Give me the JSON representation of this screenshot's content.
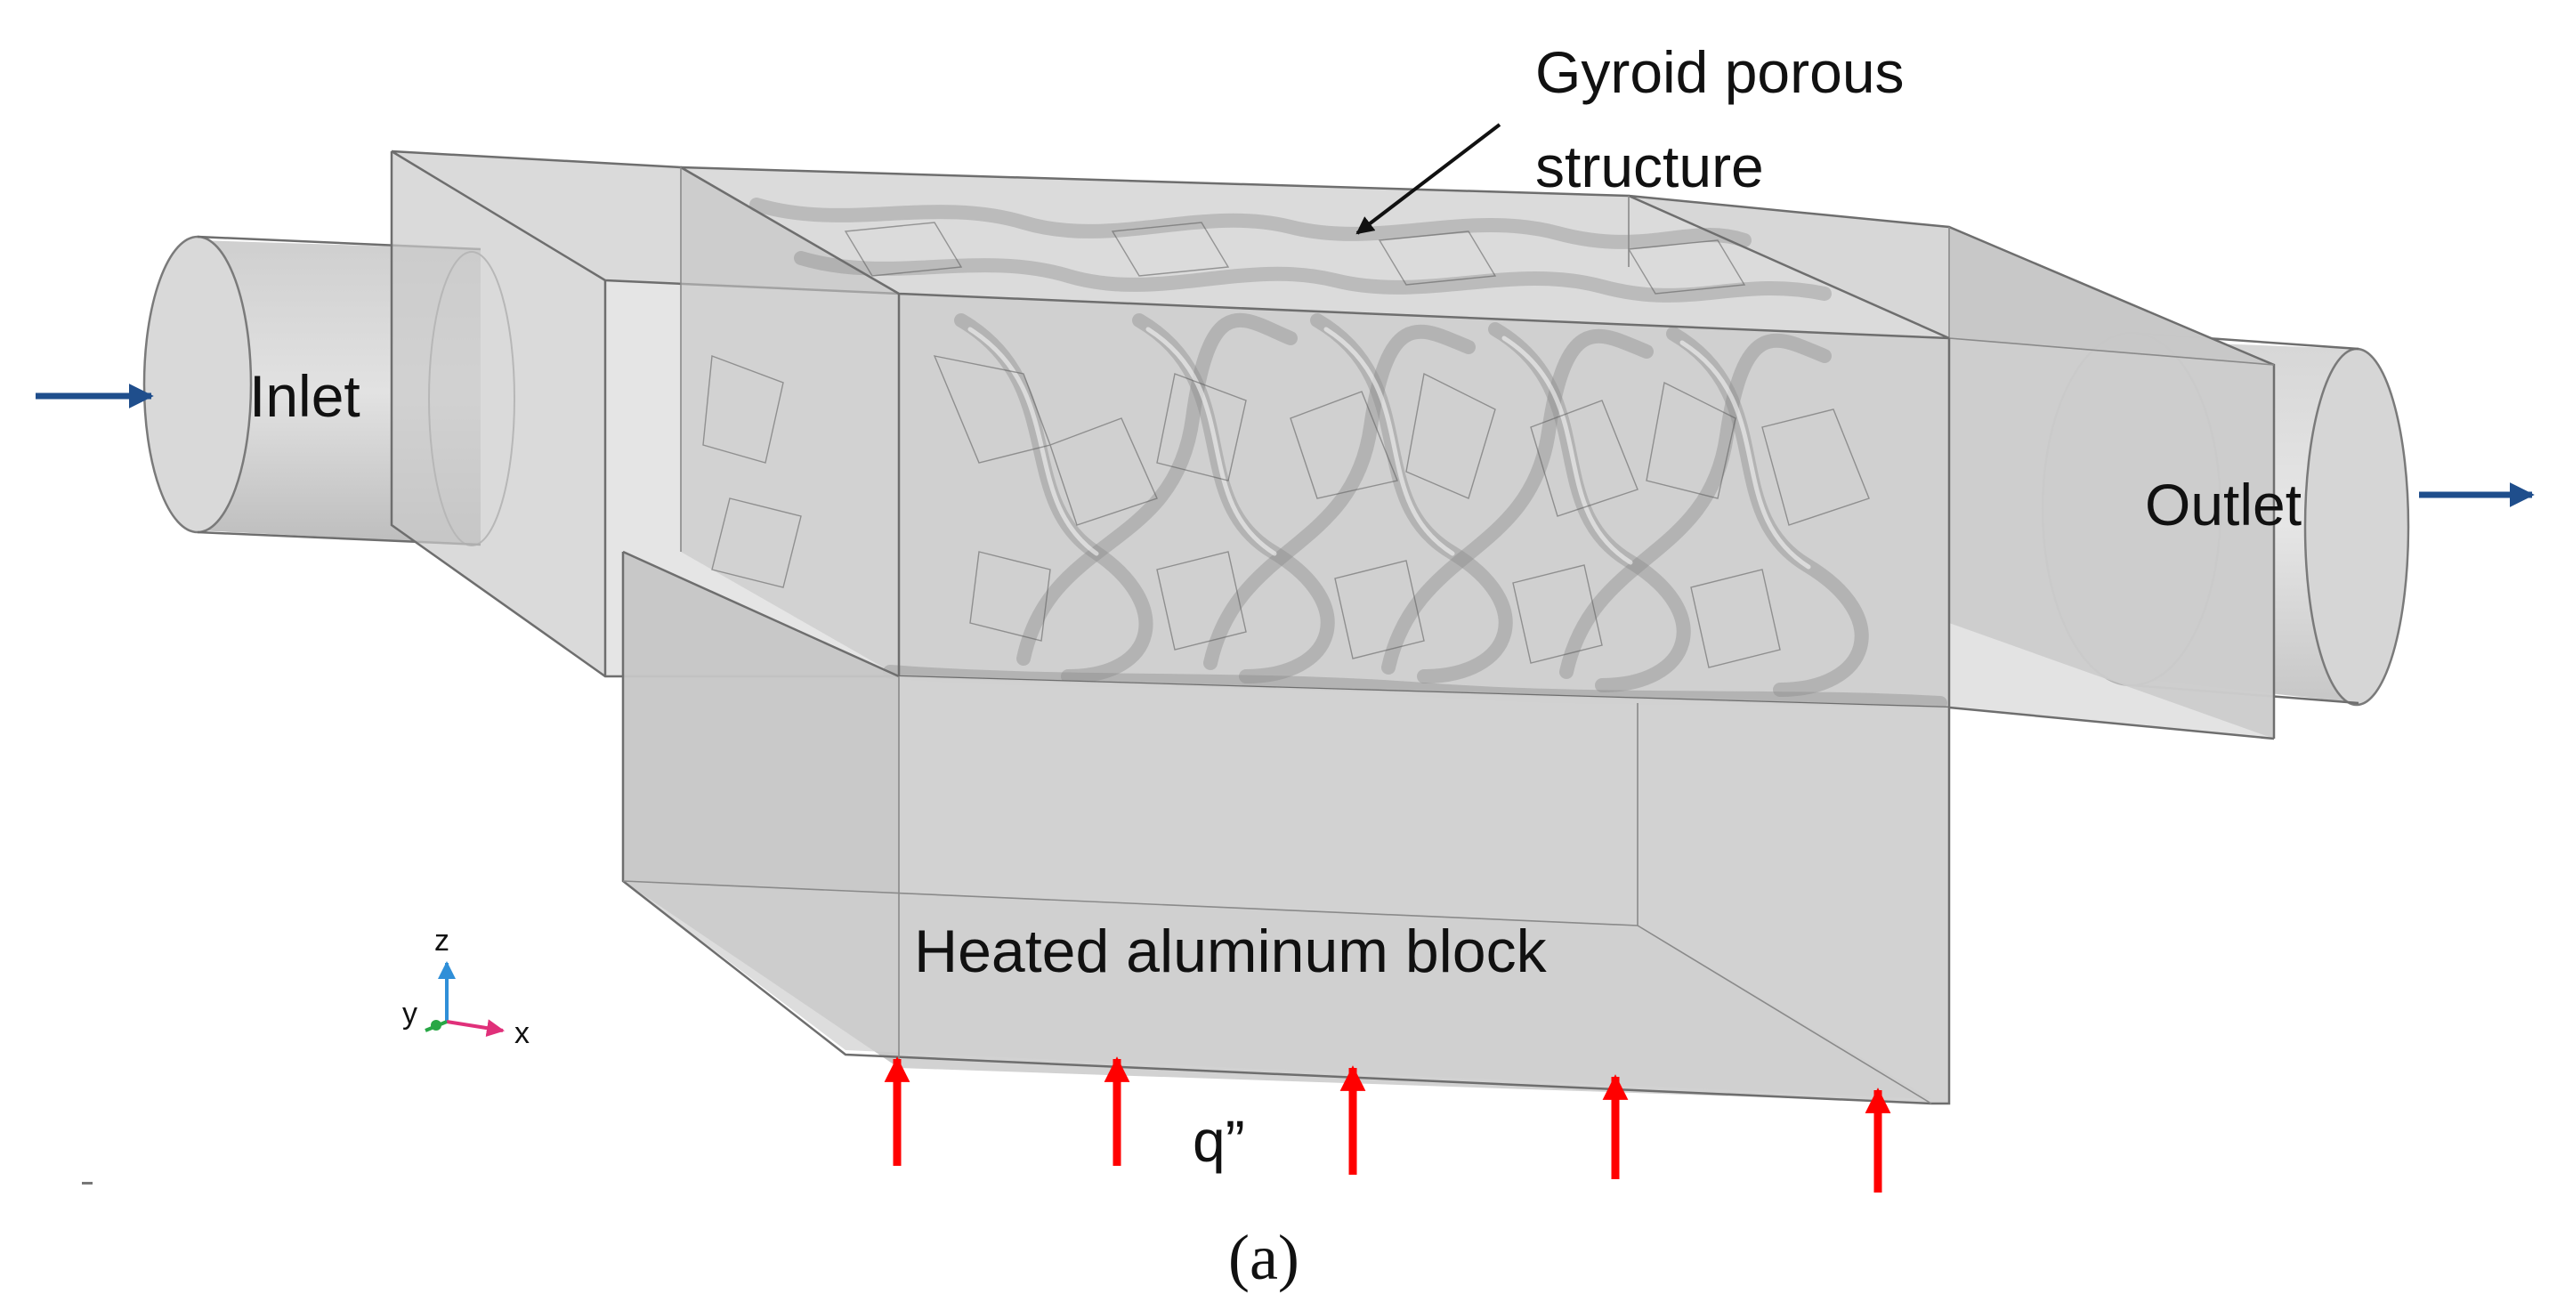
{
  "labels": {
    "gyroid": [
      "Gyroid porous",
      "structure"
    ],
    "inlet": "Inlet",
    "outlet": "Outlet",
    "block": "Heated aluminum block",
    "heat_flux": "q”",
    "caption": "(a)"
  },
  "axes": {
    "z": "z",
    "y": "y",
    "x": "x",
    "colors": {
      "z": "#2f8fd8",
      "x": "#e0307a",
      "y": "#28a745"
    }
  },
  "colors": {
    "flow_arrow": "#1f4e8c",
    "heat_arrow": "#ff0000",
    "solid_fill": "#c9c9c9",
    "solid_face_light": "#dcdcdc",
    "solid_face_dark": "#bdbdbd"
  }
}
